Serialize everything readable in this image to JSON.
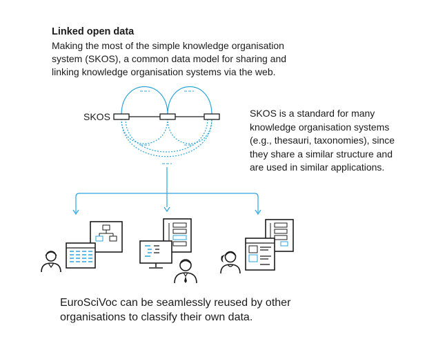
{
  "header": {
    "title": "Linked open data",
    "subtitle_lines": [
      "Making the most of the simple knowledge organisation",
      "system (SKOS), a common data model for sharing and",
      "linking knowledge organisation systems via the web."
    ]
  },
  "diagram": {
    "skos_label": "SKOS",
    "description_lines": [
      "SKOS is a standard for many",
      "knowledge organisation systems",
      "(e.g., thesauri, taxonomies), since",
      "they share a similar structure and",
      "are used in similar applications."
    ],
    "accent_color": "#29a3db",
    "users": [
      {
        "icon": "user-table-icon"
      },
      {
        "icon": "user-monitor-icon"
      },
      {
        "icon": "user-document-icon"
      }
    ]
  },
  "footer": {
    "lines": [
      "EuroSciVoc can be seamlessly reused by other",
      "organisations to classify their own data."
    ]
  }
}
